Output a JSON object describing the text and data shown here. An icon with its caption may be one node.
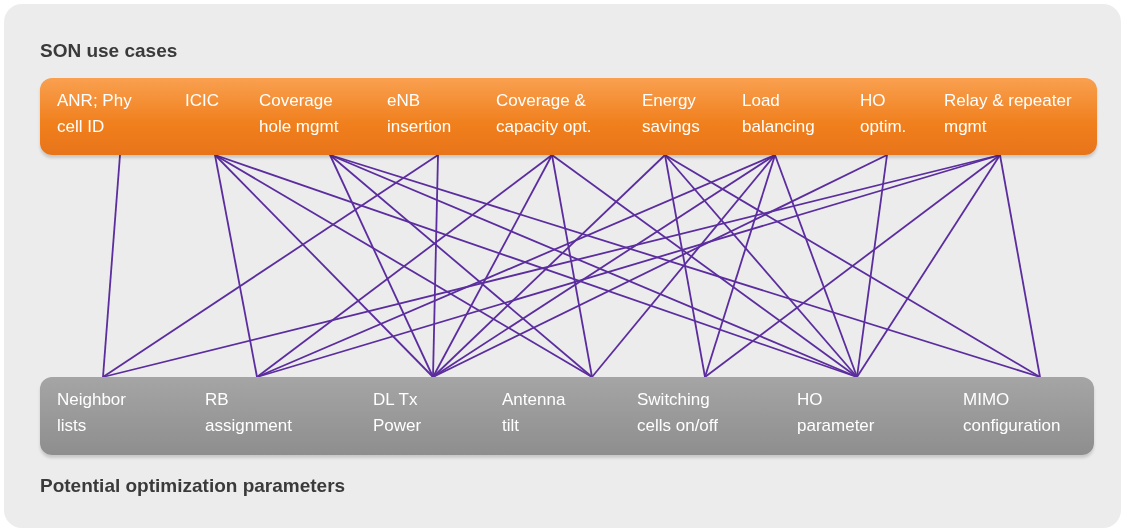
{
  "diagram": {
    "nodes": [
      {
        "text": [
          "SON use cases"
        ]
      },
      {
        "text": [
          "ANR; Phy cell ID"
        ],
        "in": 0
      },
      {
        "text": [
          "ICIC"
        ],
        "in": 0
      },
      {
        "text": [
          "Coverage hole mgmt"
        ],
        "in": 0
      },
      {
        "text": [
          "eNB insertion"
        ],
        "in": 0
      },
      {
        "text": [
          "Coverage & capacity opt."
        ],
        "in": 0
      },
      {
        "text": [
          "Energy savings"
        ],
        "in": 0
      },
      {
        "text": [
          "Load balancing"
        ],
        "in": 0
      },
      {
        "text": [
          "HO optim."
        ],
        "in": 0
      },
      {
        "text": [
          "Relay & repeater mgmt"
        ],
        "in": 0
      },
      {
        "text": [
          "Potential optimization parameters"
        ]
      },
      {
        "text": [
          "Neighbor lists"
        ],
        "in": 10
      },
      {
        "text": [
          "RB assignment"
        ],
        "in": 10
      },
      {
        "text": [
          "DL Tx Power"
        ],
        "in": 10
      },
      {
        "text": [
          "Antenna tilt"
        ],
        "in": 10
      },
      {
        "text": [
          "Switching cells on/off"
        ],
        "in": 10
      },
      {
        "text": [
          "HO parameter"
        ],
        "in": 10
      },
      {
        "text": [
          "MIMO configuration"
        ],
        "in": 10
      }
    ],
    "edges": [
      {
        "from": 1,
        "to": 11,
        "arrow": "none"
      },
      {
        "from": 2,
        "to": 12,
        "arrow": "none"
      },
      {
        "from": 2,
        "to": 13,
        "arrow": "none"
      },
      {
        "from": 2,
        "to": 14,
        "arrow": "none"
      },
      {
        "from": 2,
        "to": 16,
        "arrow": "none"
      },
      {
        "from": 3,
        "to": 13,
        "arrow": "none"
      },
      {
        "from": 3,
        "to": 14,
        "arrow": "none"
      },
      {
        "from": 3,
        "to": 16,
        "arrow": "none"
      },
      {
        "from": 3,
        "to": 17,
        "arrow": "none"
      },
      {
        "from": 4,
        "to": 11,
        "arrow": "none"
      },
      {
        "from": 4,
        "to": 13,
        "arrow": "none"
      },
      {
        "from": 5,
        "to": 12,
        "arrow": "none"
      },
      {
        "from": 5,
        "to": 13,
        "arrow": "none"
      },
      {
        "from": 5,
        "to": 14,
        "arrow": "none"
      },
      {
        "from": 5,
        "to": 16,
        "arrow": "none"
      },
      {
        "from": 6,
        "to": 13,
        "arrow": "none"
      },
      {
        "from": 6,
        "to": 15,
        "arrow": "none"
      },
      {
        "from": 6,
        "to": 16,
        "arrow": "none"
      },
      {
        "from": 6,
        "to": 17,
        "arrow": "none"
      },
      {
        "from": 7,
        "to": 12,
        "arrow": "none"
      },
      {
        "from": 7,
        "to": 13,
        "arrow": "none"
      },
      {
        "from": 7,
        "to": 14,
        "arrow": "none"
      },
      {
        "from": 7,
        "to": 15,
        "arrow": "none"
      },
      {
        "from": 7,
        "to": 16,
        "arrow": "none"
      },
      {
        "from": 8,
        "to": 13,
        "arrow": "none"
      },
      {
        "from": 8,
        "to": 16,
        "arrow": "none"
      },
      {
        "from": 9,
        "to": 11,
        "arrow": "none"
      },
      {
        "from": 9,
        "to": 12,
        "arrow": "none"
      },
      {
        "from": 9,
        "to": 15,
        "arrow": "none"
      },
      {
        "from": 9,
        "to": 16,
        "arrow": "none"
      },
      {
        "from": 9,
        "to": 17,
        "arrow": "none"
      }
    ]
  }
}
